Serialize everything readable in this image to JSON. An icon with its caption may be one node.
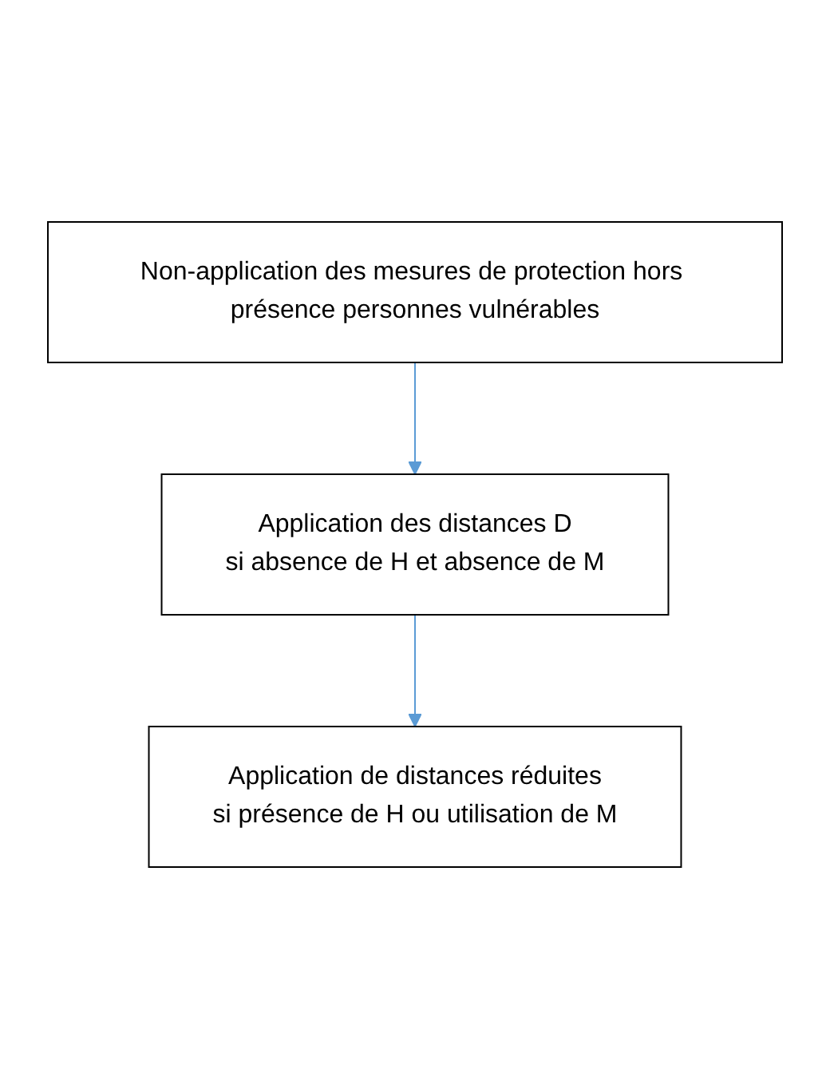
{
  "diagram": {
    "nodes": [
      {
        "text": [
          "Non-application des mesures de protection hors présence personnes vulnérables"
        ]
      },
      {
        "text": [
          "Application des distances D",
          "si absence de H et absence de M"
        ]
      },
      {
        "text": [
          "Application de distances réduites",
          "si présence de H ou utilisation de M"
        ]
      }
    ],
    "edges": [
      {
        "from": 0,
        "to": 1,
        "arrow": "to",
        "color": "#5b9bd5"
      },
      {
        "from": 1,
        "to": 2,
        "arrow": "to",
        "color": "#5b9bd5"
      }
    ]
  }
}
